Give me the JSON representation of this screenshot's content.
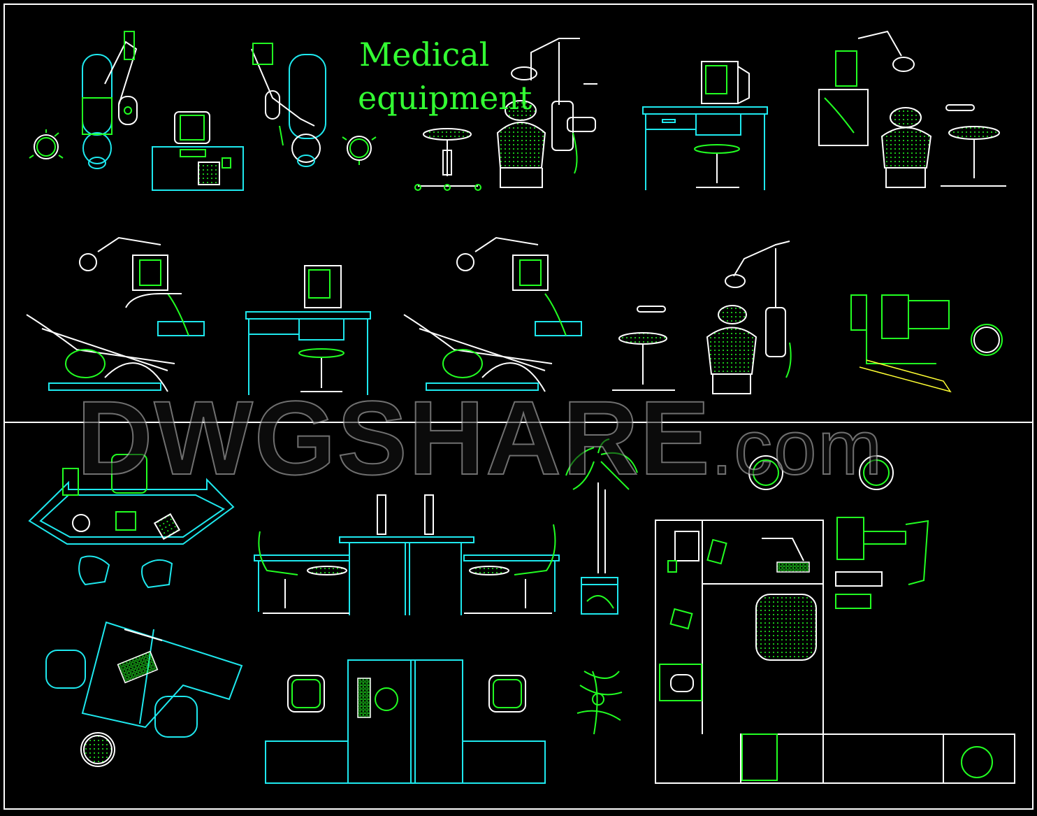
{
  "drawing": {
    "title_line1": "Medical",
    "title_line2": "equipment",
    "watermark_main": "DWGSHARE",
    "watermark_suffix": ".com"
  },
  "colors": {
    "background": "#000000",
    "cyan": "#1ee8ee",
    "green": "#22ff22",
    "white": "#ffffff",
    "yellow": "#ffff33"
  }
}
